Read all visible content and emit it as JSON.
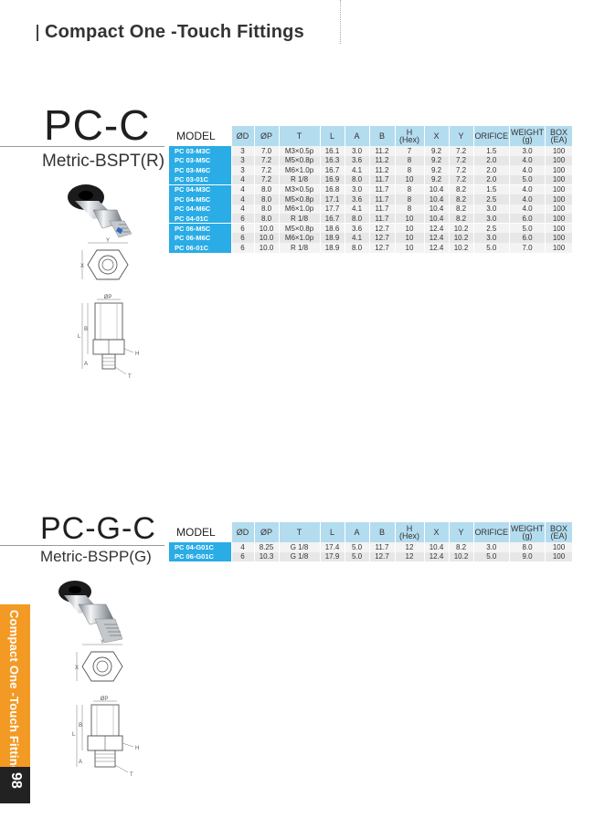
{
  "header": {
    "title": "Compact One -Touch Fittings"
  },
  "side_tab": {
    "label": "Compact One -Touch Fittings",
    "page_number": "98"
  },
  "columns": [
    "MODEL",
    "ØD",
    "ØP",
    "T",
    "L",
    "A",
    "B",
    "H\n(Hex)",
    "X",
    "Y",
    "ORIFICE",
    "WEIGHT\n(g)",
    "BOX\n(EA)"
  ],
  "column_lines": [
    [
      "MODEL"
    ],
    [
      "ØD"
    ],
    [
      "ØP"
    ],
    [
      "T"
    ],
    [
      "L"
    ],
    [
      "A"
    ],
    [
      "B"
    ],
    [
      "H",
      "(Hex)"
    ],
    [
      "X"
    ],
    [
      "Y"
    ],
    [
      "ORIFICE"
    ],
    [
      "WEIGHT",
      "(g)"
    ],
    [
      "BOX",
      "(EA)"
    ]
  ],
  "sections": [
    {
      "title": "PC-C",
      "subtitle": "Metric-BSPT(R)",
      "rows": [
        [
          "PC 03-M3C",
          "3",
          "7.0",
          "M3×0.5p",
          "16.1",
          "3.0",
          "11.2",
          "7",
          "9.2",
          "7.2",
          "1.5",
          "3.0",
          "100"
        ],
        [
          "PC 03-M5C",
          "3",
          "7.2",
          "M5×0.8p",
          "16.3",
          "3.6",
          "11.2",
          "8",
          "9.2",
          "7.2",
          "2.0",
          "4.0",
          "100"
        ],
        [
          "PC 03-M6C",
          "3",
          "7.2",
          "M6×1.0p",
          "16.7",
          "4.1",
          "11.2",
          "8",
          "9.2",
          "7.2",
          "2.0",
          "4.0",
          "100"
        ],
        [
          "PC 03-01C",
          "4",
          "7.2",
          "R 1/8",
          "16.9",
          "8.0",
          "11.7",
          "10",
          "9.2",
          "7.2",
          "2.0",
          "5.0",
          "100"
        ],
        [
          "PC 04-M3C",
          "4",
          "8.0",
          "M3×0.5p",
          "16.8",
          "3.0",
          "11.7",
          "8",
          "10.4",
          "8.2",
          "1.5",
          "4.0",
          "100"
        ],
        [
          "PC 04-M5C",
          "4",
          "8.0",
          "M5×0.8p",
          "17.1",
          "3.6",
          "11.7",
          "8",
          "10.4",
          "8.2",
          "2.5",
          "4.0",
          "100"
        ],
        [
          "PC 04-M6C",
          "4",
          "8.0",
          "M6×1.0p",
          "17.7",
          "4.1",
          "11.7",
          "8",
          "10.4",
          "8.2",
          "3.0",
          "4.0",
          "100"
        ],
        [
          "PC 04-01C",
          "6",
          "8.0",
          "R 1/8",
          "16.7",
          "8.0",
          "11.7",
          "10",
          "10.4",
          "8.2",
          "3.0",
          "6.0",
          "100"
        ],
        [
          "PC 06-M5C",
          "6",
          "10.0",
          "M5×0.8p",
          "18.6",
          "3.6",
          "12.7",
          "10",
          "12.4",
          "10.2",
          "2.5",
          "5.0",
          "100"
        ],
        [
          "PC 06-M6C",
          "6",
          "10.0",
          "M6×1.0p",
          "18.9",
          "4.1",
          "12.7",
          "10",
          "12.4",
          "10.2",
          "3.0",
          "6.0",
          "100"
        ],
        [
          "PC 06-01C",
          "6",
          "10.0",
          "R 1/8",
          "18.9",
          "8.0",
          "12.7",
          "10",
          "12.4",
          "10.2",
          "5.0",
          "7.0",
          "100"
        ]
      ]
    },
    {
      "title": "PC-G-C",
      "subtitle": "Metric-BSPP(G)",
      "rows": [
        [
          "PC 04-G01C",
          "4",
          "8.25",
          "G 1/8",
          "17.4",
          "5.0",
          "11.7",
          "12",
          "10.4",
          "8.2",
          "3.0",
          "8.0",
          "100"
        ],
        [
          "PC 06-G01C",
          "6",
          "10.3",
          "G 1/8",
          "17.9",
          "5.0",
          "12.7",
          "12",
          "12.4",
          "10.2",
          "5.0",
          "9.0",
          "100"
        ]
      ]
    }
  ],
  "drawing_labels": {
    "x": "X",
    "y": "Y",
    "p": "ØP",
    "l": "L",
    "b": "B",
    "a": "A",
    "h": "H",
    "t": "T"
  },
  "colors": {
    "model_cell": "#2aace6",
    "header_cell": "#b4dcef",
    "side_tab": "#f39a25",
    "page_num_bg": "#222222"
  }
}
